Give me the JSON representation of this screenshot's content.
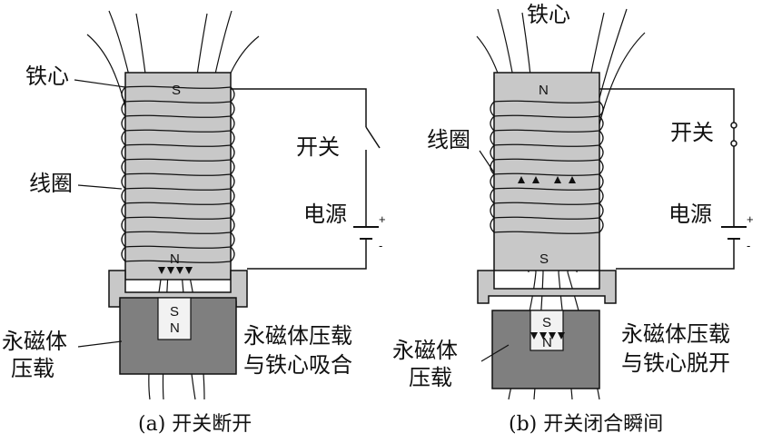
{
  "left": {
    "label_core": "铁心",
    "label_coil": "线圈",
    "label_switch": "开关",
    "label_source": "电源",
    "plus": "+",
    "minus": "-",
    "core_pole": "S",
    "core_bottom_pole": "N",
    "magnet_top_pole": "S",
    "magnet_bottom_pole": "N",
    "magnet_label_line1": "永磁体",
    "magnet_label_line2": "压载",
    "state_line1": "永磁体压载",
    "state_line2": "与铁心吸合",
    "caption": "(a)  开关断开"
  },
  "right": {
    "label_core": "铁心",
    "label_coil": "线圈",
    "label_switch": "开关",
    "label_source": "电源",
    "plus": "+",
    "minus": "-",
    "core_top_pole": "N",
    "core_bottom_pole": "S",
    "magnet_top_pole": "S",
    "magnet_bottom_pole": "N",
    "magnet_label_line1": "永磁体",
    "magnet_label_line2": "压载",
    "state_line1": "永磁体压载",
    "state_line2": "与铁心脱开",
    "caption": "(b)  开关闭合瞬间"
  },
  "colors": {
    "core_fill": "#c8c8c8",
    "magnet_housing": "#7f7f7f",
    "magnet_insert": "#f2f2f2",
    "line": "#111111"
  }
}
